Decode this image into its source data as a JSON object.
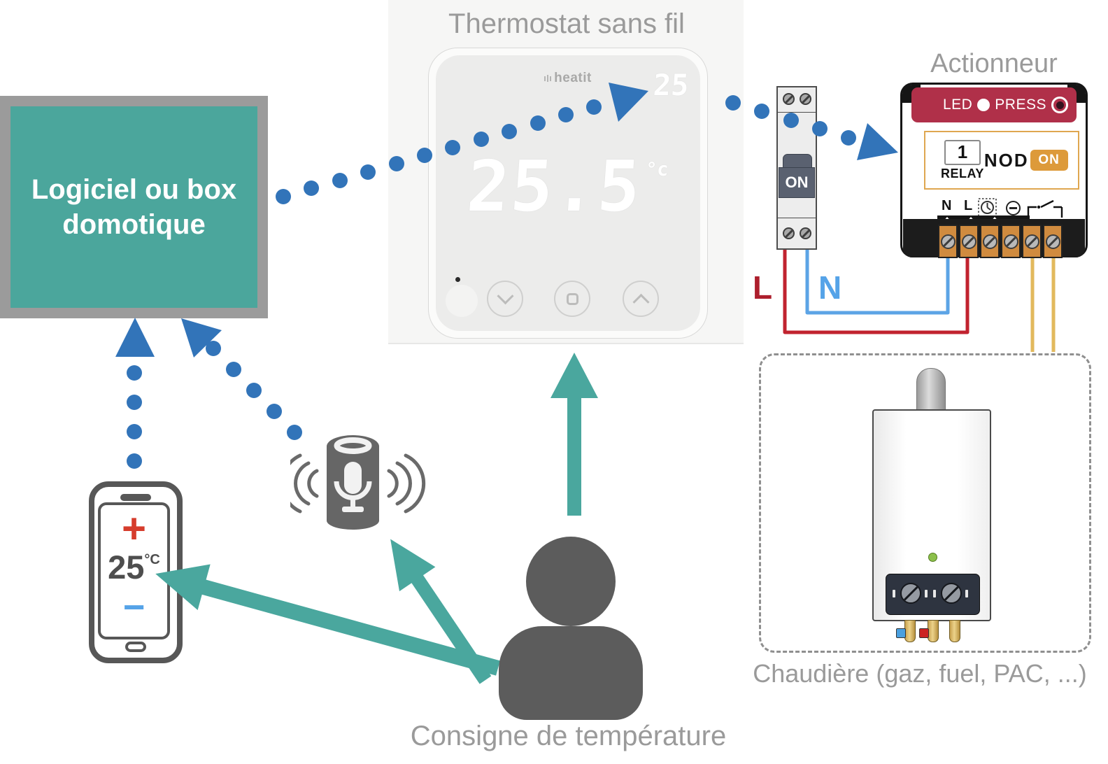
{
  "titles": {
    "thermostat": "Thermostat sans fil",
    "actuator": "Actionneur",
    "boiler": "Chaudière (gaz, fuel, PAC, ...)",
    "setpoint": "Consigne de température"
  },
  "box": {
    "line1": "Logiciel ou box",
    "line2": "domotique"
  },
  "thermostat": {
    "brand": "heatit",
    "corner_temp": "25",
    "display_temp": "25.5",
    "display_unit": "°c"
  },
  "breaker": {
    "switch": "ON"
  },
  "wiring": {
    "live": "L",
    "neutral": "N"
  },
  "actuator": {
    "led": "LED",
    "press": "PRESS",
    "channel": "1",
    "relay": "RELAY",
    "brand_left": "NOD",
    "brand_right": "ON",
    "term_n": "N",
    "term_l": "L"
  },
  "phone": {
    "plus": "+",
    "temp": "25",
    "unit": "°C",
    "minus": "−"
  },
  "colors": {
    "teal": "#4BA69C",
    "box_border": "#9B9B9B",
    "signal_blue": "#3274B9",
    "wire_live_red": "#C1232F",
    "wire_neutral_blue": "#5CA4E6",
    "wire_load_yellow": "#E2B95D",
    "actuator_red": "#B03049",
    "nodon_orange": "#DD9A3A",
    "terminal_orange": "#D08B3F",
    "caption_gray": "#9A9A9A",
    "icon_gray": "#5C5C5C",
    "phone_plus_red": "#D63C2C",
    "phone_minus_blue": "#55A3E8",
    "boiler_led_green": "#8CC04B"
  }
}
